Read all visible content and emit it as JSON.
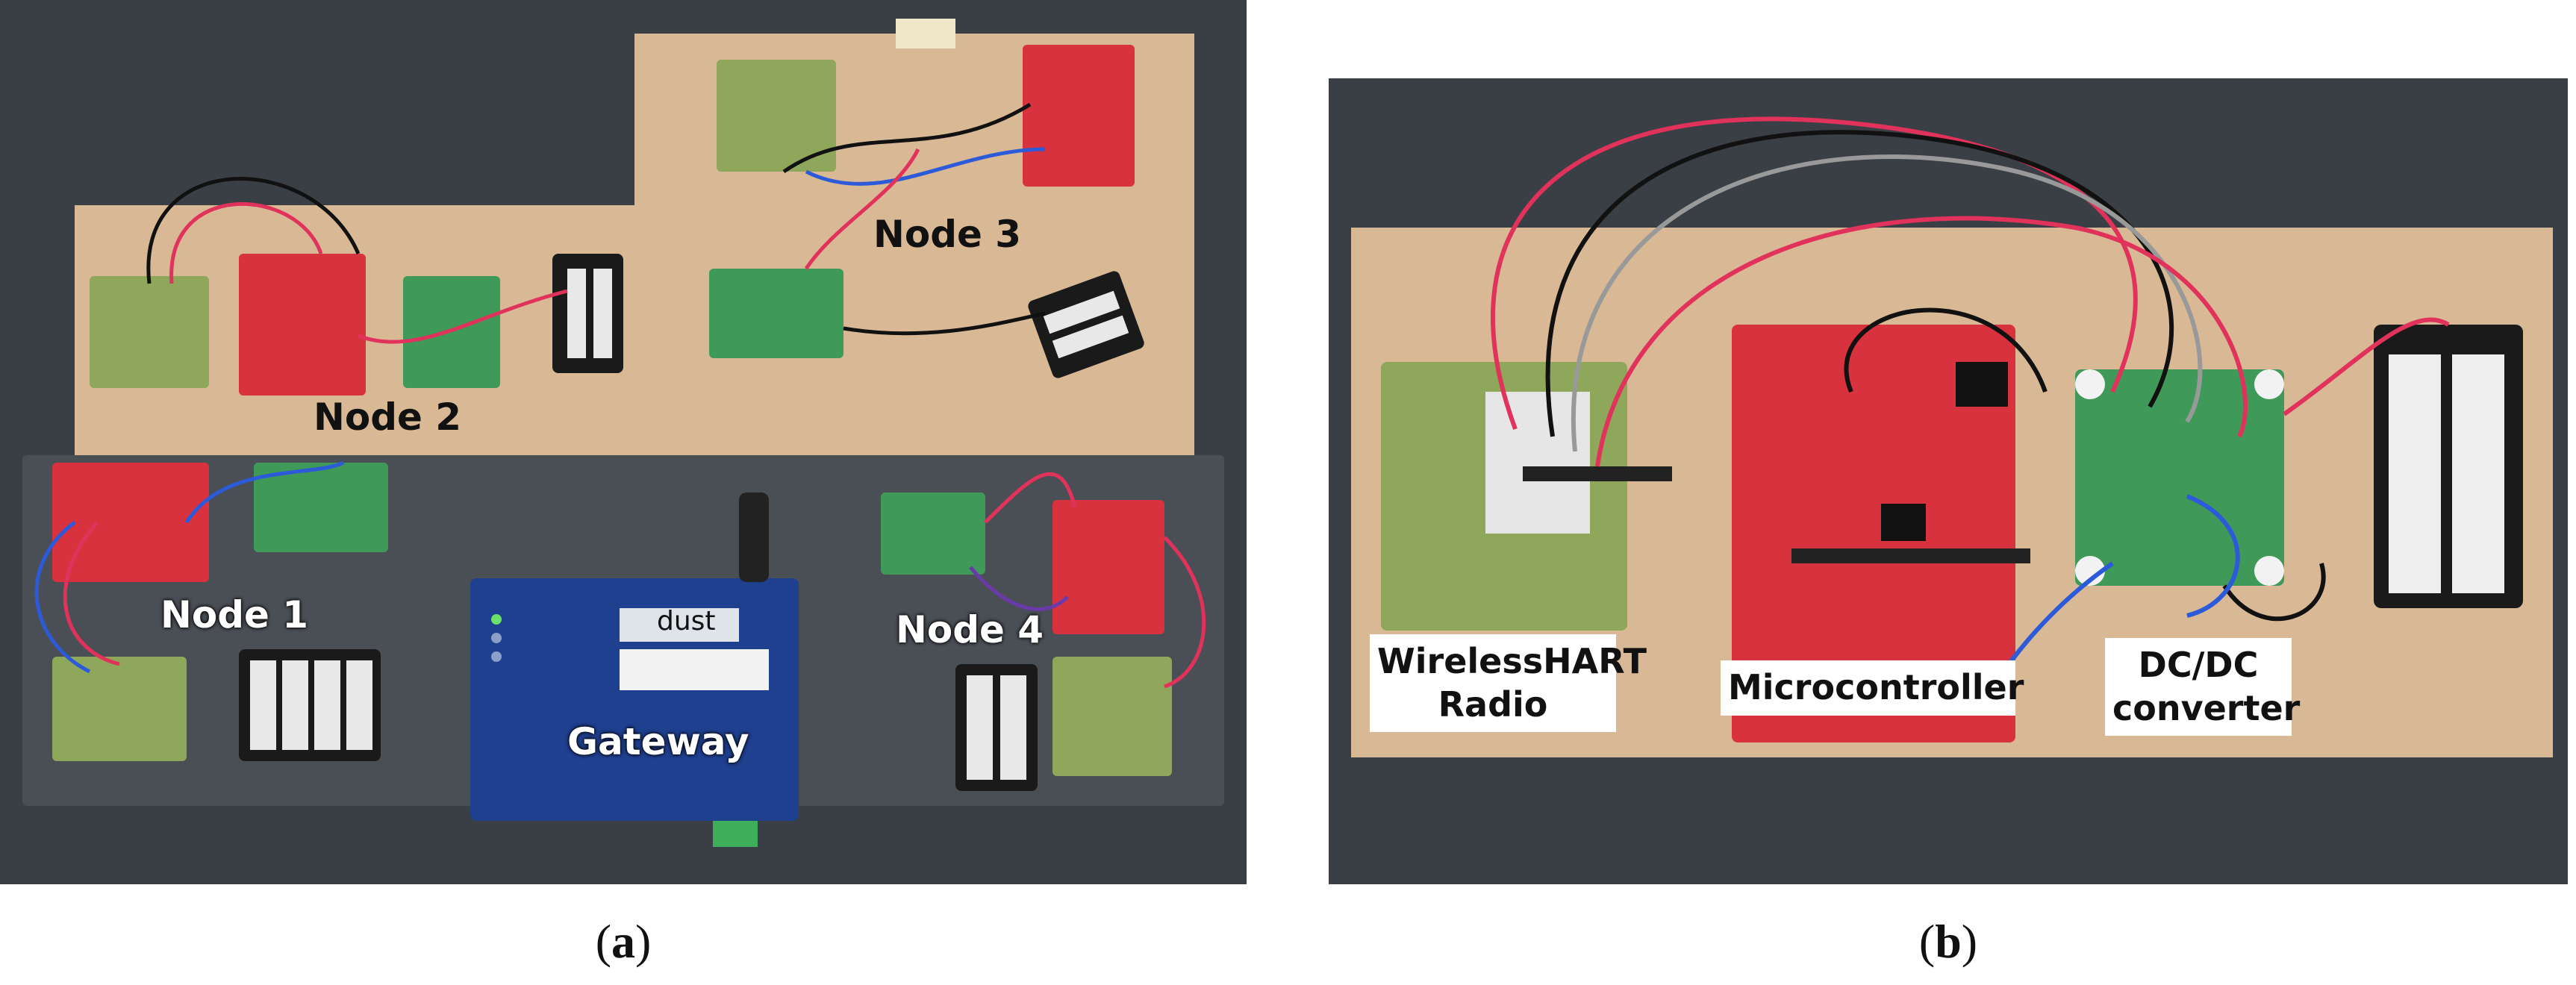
{
  "figure": {
    "panel_a": {
      "caption_open": "(",
      "caption_letter": "a",
      "caption_close": ")",
      "labels": {
        "node1": "Node 1",
        "node2": "Node 2",
        "node3": "Node 3",
        "node4": "Node 4",
        "gateway": "Gateway",
        "gateway_brand": "dust"
      }
    },
    "panel_b": {
      "caption_open": "(",
      "caption_letter": "b",
      "caption_close": ")",
      "labels": {
        "radio_line1": "WirelessHART",
        "radio_line2": "Radio",
        "microcontroller": "Microcontroller",
        "dcdc_line1": "DC/DC",
        "dcdc_line2": "converter"
      }
    }
  },
  "colors": {
    "table_dark": "#3a3f45",
    "plywood": "#d9b896",
    "board_red": "#d8323f",
    "board_green": "#3f9a5a",
    "board_olive": "#8fa75a",
    "gateway_blue": "#1f3f8f",
    "battery_black": "#1a1a1a",
    "cable_red": "#e0325a",
    "cable_black": "#111111",
    "cable_blue": "#2c5ad8"
  }
}
